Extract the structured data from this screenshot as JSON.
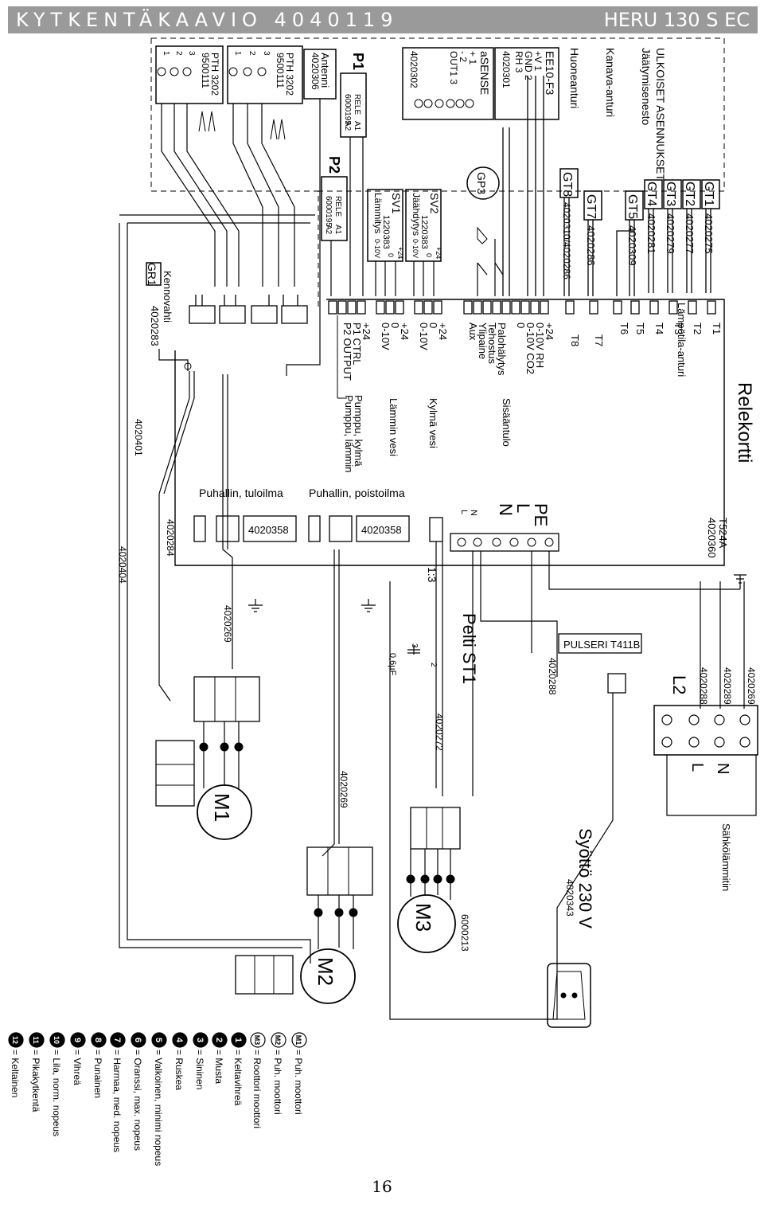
{
  "header": {
    "title": "KYTKENTÄKAAVIO 4040119",
    "model": "HERU 130 S EC"
  },
  "page_number": "16",
  "top_section": {
    "ulkoiset": "ULKOISET ASENNUKSET",
    "jaatymis": "Jäätymisenesto",
    "kanava": "Kanava-anturi",
    "huone": "Huoneanturi",
    "gt_labels": [
      {
        "id": "GT1",
        "code": "4020275"
      },
      {
        "id": "GT2",
        "code": "4020277"
      },
      {
        "id": "GT3",
        "code": "4020279"
      },
      {
        "id": "GT4",
        "code": "4020281"
      },
      {
        "id": "GT5",
        "code": "4020309"
      },
      {
        "id": "GT7",
        "code": "4020286"
      },
      {
        "id": "GT8",
        "code": "4020310/4020286"
      }
    ],
    "ee10": {
      "name": "EE10-F3",
      "pins": [
        "+V 1",
        "GND 2",
        "RH 3"
      ],
      "code": "4020301"
    },
    "asense": {
      "name": "aSENSE",
      "pins": [
        "+ 1",
        "- 2",
        "OUT1 3"
      ],
      "code": "4020302"
    },
    "gp3": "GP3",
    "sv2": {
      "name": "SV2",
      "code": "1220383",
      "func": "Jäähdytys",
      "sig": "0-10V",
      "vals": [
        "+24",
        "0"
      ]
    },
    "sv1": {
      "name": "SV1",
      "code": "1220383",
      "func": "Lämmitys",
      "sig": "0-10V",
      "vals": [
        "+24",
        "0"
      ]
    },
    "p1": {
      "name": "P1",
      "rele": "RELE",
      "code": "6000195",
      "a1": "A1",
      "a2": "A2"
    },
    "p2": {
      "name": "P2",
      "rele": "RELE",
      "code": "6000195",
      "a1": "A1",
      "a2": "A2"
    },
    "antenni": {
      "name": "Antenni",
      "code": "4020306"
    },
    "pth": [
      {
        "name": "PTH 3202",
        "code": "9500111"
      },
      {
        "name": "PTH 3202",
        "code": "9500111"
      }
    ],
    "pth_pins": [
      "1",
      "2",
      "3"
    ],
    "kennovahti": {
      "name": "Kennovahti",
      "gr": "GR1",
      "code": "4020283"
    }
  },
  "relekortti": {
    "title": "Relekortti",
    "lampo": "Lämpötila-anturi",
    "terminals": [
      "T1",
      "T2",
      "T3",
      "T4",
      "T5",
      "T6",
      "T7",
      "T8",
      "+24",
      "0-10V RH",
      "0-10V CO2",
      "0",
      "Sisääntulo",
      "Palohälytys",
      "Tehostus",
      "Ylipaine",
      "Aux",
      "+24",
      "0",
      "0-10V",
      "Kylmä vesi",
      "+24",
      "0",
      "0-10V",
      "Lämmin vesi",
      "+24",
      "P1 CTRL",
      "P2 OUTPUT",
      "Pumppu, kylmä",
      "Pumppu, lämmin"
    ],
    "pe_terms": [
      "PE",
      "L",
      "N"
    ],
    "pe_small": [
      "N",
      "L"
    ],
    "t524": {
      "name": "T524A",
      "code": "4020360"
    }
  },
  "fans": {
    "tulo": {
      "name": "Puhallin, tuloilma",
      "code": "4020358"
    },
    "poisto": {
      "name": "Puhallin, poistoilma",
      "code": "4020358"
    }
  },
  "cables": {
    "c4020401": "4020401",
    "c4020404": "4020404",
    "c4020284": "4020284",
    "c4020269a": "4020269",
    "c4020269b": "4020269",
    "c4020272": "4020272",
    "c4020288a": "4020288",
    "c4020288b": "4020288",
    "c4020289": "4020289",
    "c4020269c": "4020269",
    "c4020343": "4020343",
    "c6000213": "6000213"
  },
  "ratio": "1:3",
  "pelti": "Pelti ST1",
  "cap": "0,6µF",
  "cap_pins": [
    "3",
    "2"
  ],
  "pulseri": "PULSERI T411B",
  "syotto": "Syöttö 230 V",
  "sahko": {
    "name": "Sähkölämmitin",
    "l2": "L2",
    "l": "L",
    "n": "N"
  },
  "motors": {
    "m1": "M1",
    "m2": "M2",
    "m3": "M3"
  },
  "legend": [
    {
      "sym": "M1",
      "text": "= Puh. moottori"
    },
    {
      "sym": "M2",
      "text": "= Puh. moottori"
    },
    {
      "sym": "M3",
      "text": "= Roottori moottori"
    },
    {
      "sym": "1",
      "text": "= Keltavihreä"
    },
    {
      "sym": "2",
      "text": "= Musta"
    },
    {
      "sym": "3",
      "text": "= Sininen"
    },
    {
      "sym": "4",
      "text": "= Ruskea"
    },
    {
      "sym": "5",
      "text": "= Valkoinen, minimi nopeus"
    },
    {
      "sym": "6",
      "text": "= Oranssi, max. nopeus"
    },
    {
      "sym": "7",
      "text": "= Harmaa, med. nopeus"
    },
    {
      "sym": "8",
      "text": "= Punainen"
    },
    {
      "sym": "9",
      "text": "= Vihreä"
    },
    {
      "sym": "10",
      "text": "= Lila, norm. nopeus"
    },
    {
      "sym": "11",
      "text": "= Pikakytkentä"
    },
    {
      "sym": "12",
      "text": "= Keltainen"
    }
  ]
}
